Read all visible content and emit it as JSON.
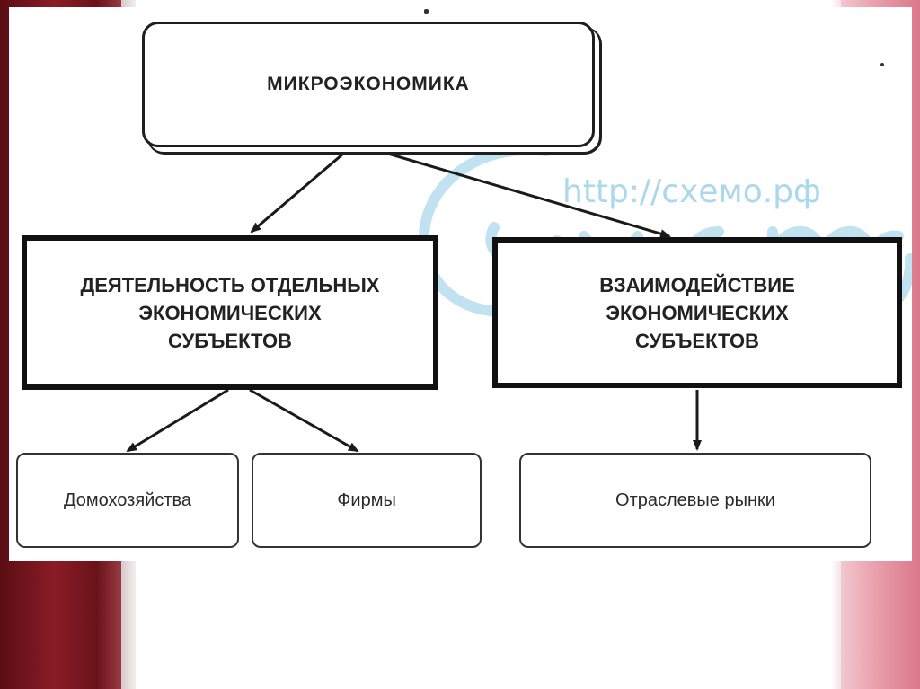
{
  "diagram": {
    "root": {
      "label": "МИКРОЭКОНОМИКА"
    },
    "branches": [
      {
        "label": "ДЕЯТЕЛЬНОСТЬ ОТДЕЛЬНЫХ\nЭКОНОМИЧЕСКИХ\nСУБЪЕКТОВ"
      },
      {
        "label": "ВЗАИМОДЕЙСТВИЕ\nЭКОНОМИЧЕСКИХ\nСУБЪЕКТОВ"
      }
    ],
    "leaves": [
      {
        "label": "Домохозяйства"
      },
      {
        "label": "Фирмы"
      },
      {
        "label": "Отраслевые рынки"
      }
    ]
  },
  "watermark": {
    "url": "http://схемо.рф",
    "logo_text": "схемо",
    "color": "#5bb4dc"
  }
}
